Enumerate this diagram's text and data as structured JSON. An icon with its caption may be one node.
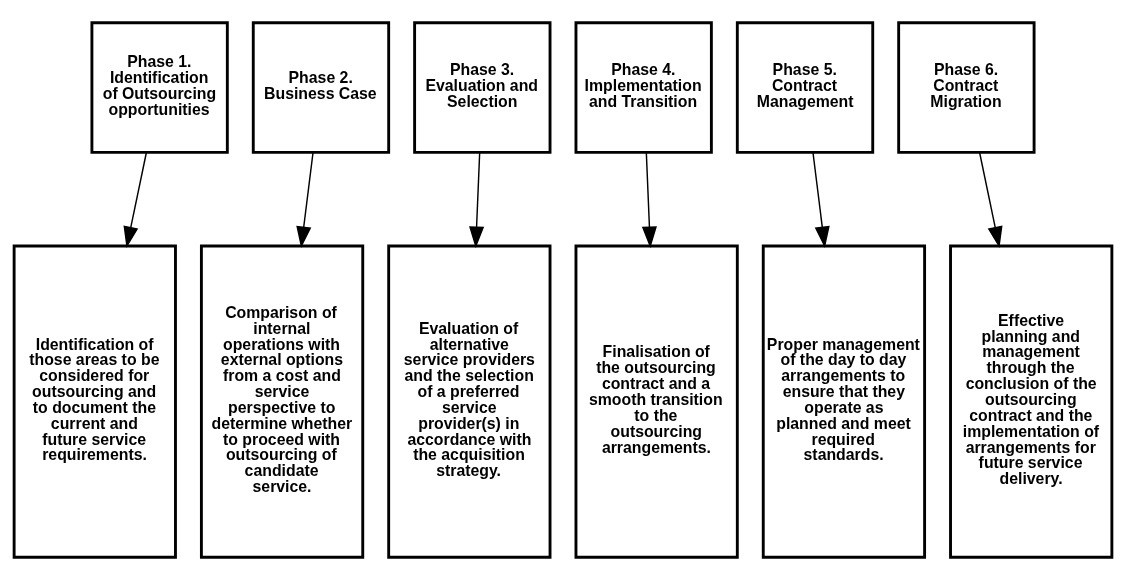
{
  "diagram": {
    "nodes": [
      {
        "text": [
          "Phase 1. Identification of Outsourcing opportunities"
        ]
      },
      {
        "text": [
          "Phase 2. Business Case"
        ]
      },
      {
        "text": [
          "Phase 3. Evaluation and Selection"
        ]
      },
      {
        "text": [
          "Phase 4. Implementation and Transition"
        ]
      },
      {
        "text": [
          "Phase 5. Contract Management"
        ]
      },
      {
        "text": [
          "Phase 6. Contract Migration"
        ]
      },
      {
        "text": [
          "Identification of those areas to be considered for outsourcing and to document the current and future service requirements."
        ]
      },
      {
        "text": [
          "Comparison of internal operations with external options from a cost and service perspective to determine whether to proceed with outsourcing of candidate service."
        ]
      },
      {
        "text": [
          "Evaluation of alternative service providers and the selection of a preferred service provider(s) in accordance with the acquisition strategy."
        ]
      },
      {
        "text": [
          "Finalisation of the outsourcing contract and a smooth transition to the outsourcing arrangements."
        ]
      },
      {
        "text": [
          "Proper management of the day to day arrangements to ensure that they operate as planned and meet required standards."
        ]
      },
      {
        "text": [
          "Effective planning and management through the conclusion of the outsourcing contract and the implementation of arrangements for future service delivery."
        ]
      }
    ],
    "edges": [
      {
        "from": 0,
        "to": 6,
        "arrow": "to"
      },
      {
        "from": 1,
        "to": 7,
        "arrow": "to"
      },
      {
        "from": 2,
        "to": 8,
        "arrow": "to"
      },
      {
        "from": 3,
        "to": 9,
        "arrow": "to"
      },
      {
        "from": 4,
        "to": 10,
        "arrow": "to"
      },
      {
        "from": 5,
        "to": 11,
        "arrow": "to"
      }
    ]
  }
}
